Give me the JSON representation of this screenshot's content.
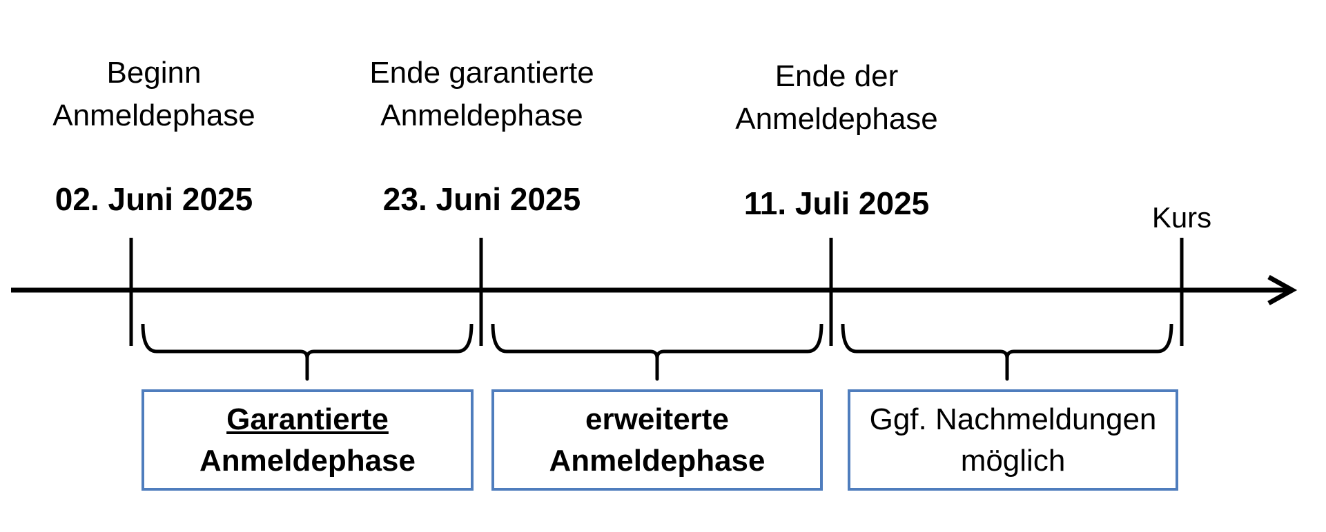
{
  "milestones": [
    {
      "line1": "Beginn",
      "line2": "Anmeldephase",
      "date": "02. Juni 2025"
    },
    {
      "line1": "Ende garantierte",
      "line2": "Anmeldephase",
      "date": "23. Juni 2025"
    },
    {
      "line1": "Ende der",
      "line2": "Anmeldephase",
      "date": "11. Juli 2025"
    }
  ],
  "end_marker": {
    "label": "Kurs"
  },
  "phases": [
    {
      "line1": "Garantierte",
      "line2": "Anmeldephase"
    },
    {
      "line1": "erweiterte",
      "line2": "Anmeldephase"
    },
    {
      "line1": "Ggf. Nachmeldungen",
      "line2": "möglich"
    }
  ],
  "colors": {
    "box_border": "#4f7dbd",
    "line": "#000000"
  }
}
